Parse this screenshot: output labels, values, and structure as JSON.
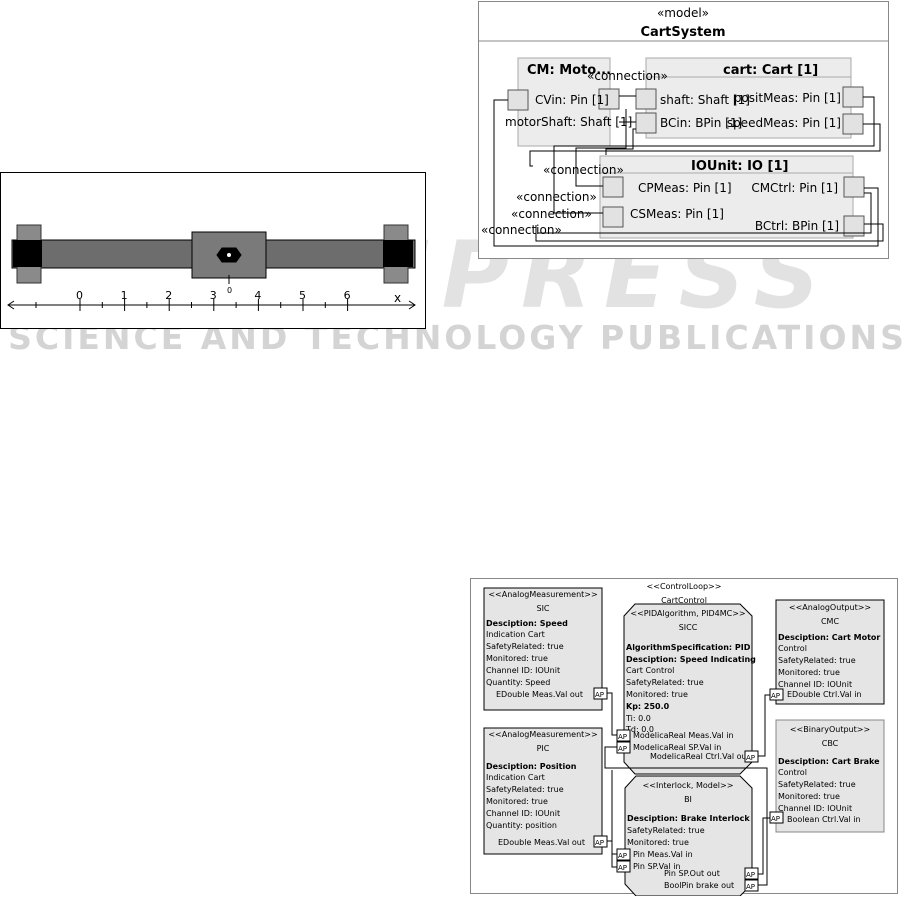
{
  "watermark": {
    "main": "SCITEPRESS",
    "sub": "SCIENCE AND TECHNOLOGY PUBLICATIONS"
  },
  "cart_figure": {
    "axis_ticks": [
      "0",
      "1",
      "2",
      "3",
      "4",
      "5",
      "6"
    ],
    "axis_label": "x",
    "marker_label": "0"
  },
  "sysml": {
    "stereotype": "«model»",
    "title": "CartSystem",
    "cm_title": "CM: Moto...",
    "cart_title": "cart: Cart [1]",
    "io_title": "IOUnit: IO [1]",
    "cm_ports": [
      "CVin: Pin [1]",
      "motorShaft: Shaft [1]"
    ],
    "cart_ports": [
      "shaft: Shaft [1]",
      "BCin: BPin [1]",
      "positMeas: Pin [1]",
      "speedMeas: Pin [1]"
    ],
    "io_ports": [
      "CPMeas: Pin [1]",
      "CSMeas: Pin [1]",
      "CMCtrl: Pin [1]",
      "BCtrl: BPin [1]"
    ],
    "connections": [
      "«connection»",
      "«connection»",
      "«connection»",
      "«connection»",
      "«connection»"
    ]
  },
  "control": {
    "stereotype": "<<ControlLoop>>",
    "name": "CartControl",
    "blocks": {
      "sic": {
        "stereotype": "<<AnalogMeasurement>>",
        "name": "SIC",
        "desc1": "Desciption: Speed",
        "desc2": "Indication Cart",
        "safety": "SafetyRelated: true",
        "monitored": "Monitored: true",
        "channel": "Channel ID: IOUnit",
        "quantity": "Quantity: Speed",
        "port": "EDouble Meas.Val out",
        "ap": "AP"
      },
      "pic": {
        "stereotype": "<<AnalogMeasurement>>",
        "name": "PIC",
        "desc1": "Desciption: Position",
        "desc2": "Indication Cart",
        "safety": "SafetyRelated: true",
        "monitored": "Monitored: true",
        "channel": "Channel ID: IOUnit",
        "quantity": "Quantity: position",
        "port": "EDouble Meas.Val out",
        "ap": "AP"
      },
      "sicc": {
        "stereotype": "<<PIDAlgorithm, PID4MC>>",
        "name": "SICC",
        "algo": "AlgorithmSpecification: PID",
        "desc1": "Desciption: Speed Indicating",
        "desc2": "Cart Control",
        "safety": "SafetyRelated: true",
        "monitored": "Monitored: true",
        "kp": "Kp: 250.0",
        "ti": "Ti: 0.0",
        "td": "Td: 0.0",
        "port1": "ModelicaReal Meas.Val in",
        "port2": "ModelicaReal SP.Val in",
        "port3": "ModelicaReal Ctrl.Val out",
        "ap": "AP"
      },
      "cmc": {
        "stereotype": "<<AnalogOutput>>",
        "name": "CMC",
        "desc1": "Desciption: Cart Motor",
        "desc2": "Control",
        "safety": "SafetyRelated: true",
        "monitored": "Monitored: true",
        "channel": "Channel ID: IOUnit",
        "port": "EDouble Ctrl.Val in",
        "ap": "AP"
      },
      "cbc": {
        "stereotype": "<<BinaryOutput>>",
        "name": "CBC",
        "desc1": "Desciption: Cart Brake",
        "desc2": "Control",
        "safety": "SafetyRelated: true",
        "monitored": "Monitored: true",
        "channel": "Channel ID: IOUnit",
        "port": "Boolean Ctrl.Val in",
        "ap": "AP"
      },
      "bi": {
        "stereotype": "<<Interlock, Model>>",
        "name": "BI",
        "desc1": "Desciption: Brake Interlock",
        "safety": "SafetyRelated: true",
        "monitored": "Monitored: true",
        "port1": "Pin Meas.Val in",
        "port2": "Pin SP.Val in",
        "port3": "Pin SP.Out out",
        "port4": "BoolPin brake out",
        "ap": "AP"
      }
    }
  }
}
